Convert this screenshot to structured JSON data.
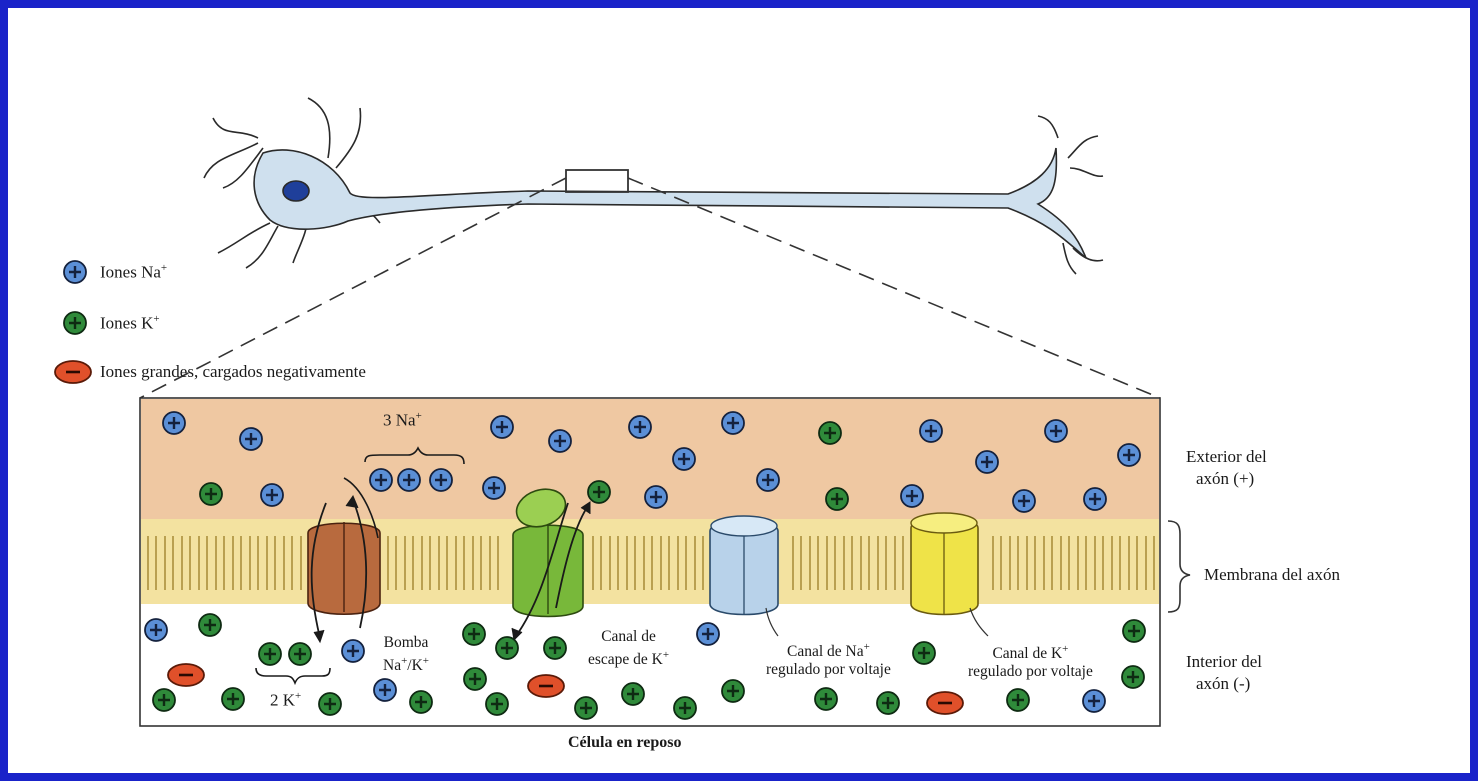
{
  "colors": {
    "border": "#1a23c9",
    "background": "#ffffff",
    "extracellular": "#efc8a2",
    "membrane": "#f2d84a",
    "na_ion": "#5b8fd6",
    "k_ion": "#2f8a3a",
    "anion": "#e0502a"
  },
  "legend": [
    {
      "icon": "na-ion-icon",
      "text": "Iones Na",
      "sup": "+"
    },
    {
      "icon": "k-ion-icon",
      "text": "Iones K",
      "sup": "+"
    },
    {
      "icon": "anion-icon",
      "text": "Iones grandes, cargados negativamente"
    }
  ],
  "labels": {
    "exterior_line1": "Exterior del",
    "exterior_line2": "axón (+)",
    "membrane": "Membrana del axón",
    "interior_line1": "Interior del",
    "interior_line2": "axón (-)",
    "pump_na_text": "3 Na",
    "pump_na_sup": "+",
    "pump_k_text": "2 K",
    "pump_k_sup": "+",
    "pump_line1": "Bomba",
    "pump_line2a": "Na",
    "pump_line2b": "/K",
    "sup_plus": "+",
    "leak_line1": "Canal de",
    "leak_line2": "escape de K",
    "na_channel_line1": "Canal de Na",
    "na_channel_line2": "regulado por voltaje",
    "k_channel_line1": "Canal de K",
    "k_channel_line2": "regulado por voltaje",
    "caption": "Célula en reposo"
  }
}
